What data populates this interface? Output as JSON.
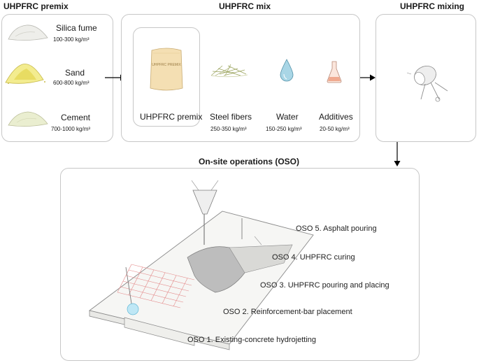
{
  "premix": {
    "title": "UHPFRC premix",
    "items": [
      {
        "name": "Silica fume",
        "qty": "100-300 kg/m³"
      },
      {
        "name": "Sand",
        "qty": "600-800 kg/m³"
      },
      {
        "name": "Cement",
        "qty": "700-1000 kg/m³"
      }
    ]
  },
  "mix": {
    "title": "UHPFRC mix",
    "items": [
      {
        "name": "UHPFRC premix",
        "qty": ""
      },
      {
        "name": "Steel fibers",
        "qty": "250-350 kg/m³"
      },
      {
        "name": "Water",
        "qty": "150-250 kg/m³"
      },
      {
        "name": "Additives",
        "qty": "20-50 kg/m³"
      }
    ],
    "bag_text": "UHPFRC PREMIX"
  },
  "mixing": {
    "title": "UHPFRC mixing"
  },
  "oso": {
    "title": "On-site operations (OSO)",
    "steps": [
      "OSO 5. Asphalt pouring",
      "OSO 4. UHPFRC curing",
      "OSO 3. UHPFRC pouring and placing",
      "OSO 2. Reinforcement-bar placement",
      "OSO 1. Existing-concrete hydrojetting"
    ]
  }
}
